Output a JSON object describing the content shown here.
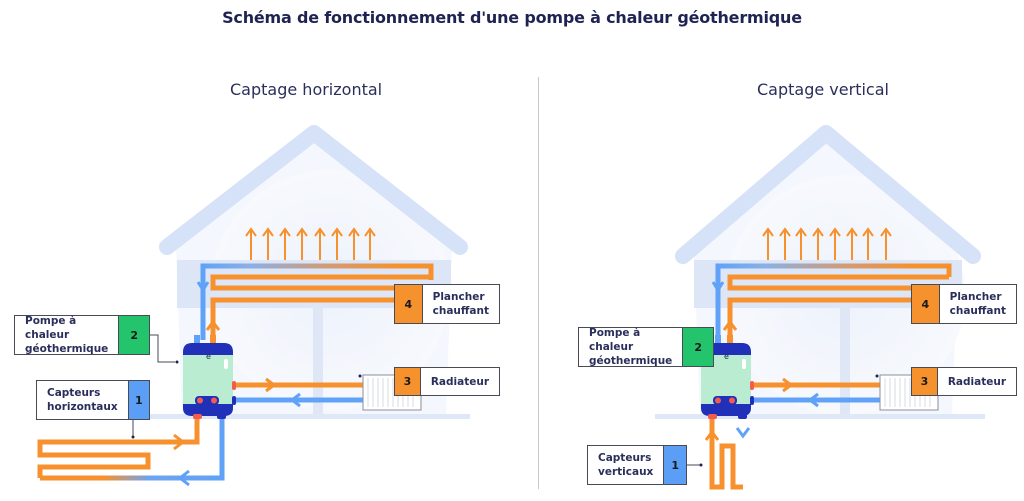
{
  "title": "Schéma de fonctionnement d'une pompe à chaleur géothermique",
  "colors": {
    "hot": "#f7912d",
    "cold": "#5fa2f7",
    "pump_body": "#b9ecd0",
    "pump_cap": "#2130b8",
    "house": "#d5e2f7",
    "badge_1": "#5b9ef5",
    "badge_2": "#23c46c",
    "badge_3_4": "#f5922e"
  },
  "panels": [
    {
      "title": "Captage horizontal",
      "labels": [
        {
          "number": "2",
          "text": "Pompe à chaleur\ngéothermique"
        },
        {
          "number": "1",
          "text": "Capteurs\nhorizontaux"
        },
        {
          "number": "4",
          "text": "Plancher\nchauffant"
        },
        {
          "number": "3",
          "text": "Radiateur"
        }
      ]
    },
    {
      "title": "Captage vertical",
      "labels": [
        {
          "number": "2",
          "text": "Pompe à chaleur\ngéothermique"
        },
        {
          "number": "1",
          "text": "Capteurs\nverticaux"
        },
        {
          "number": "4",
          "text": "Plancher\nchauffant"
        },
        {
          "number": "3",
          "text": "Radiateur"
        }
      ]
    }
  ]
}
